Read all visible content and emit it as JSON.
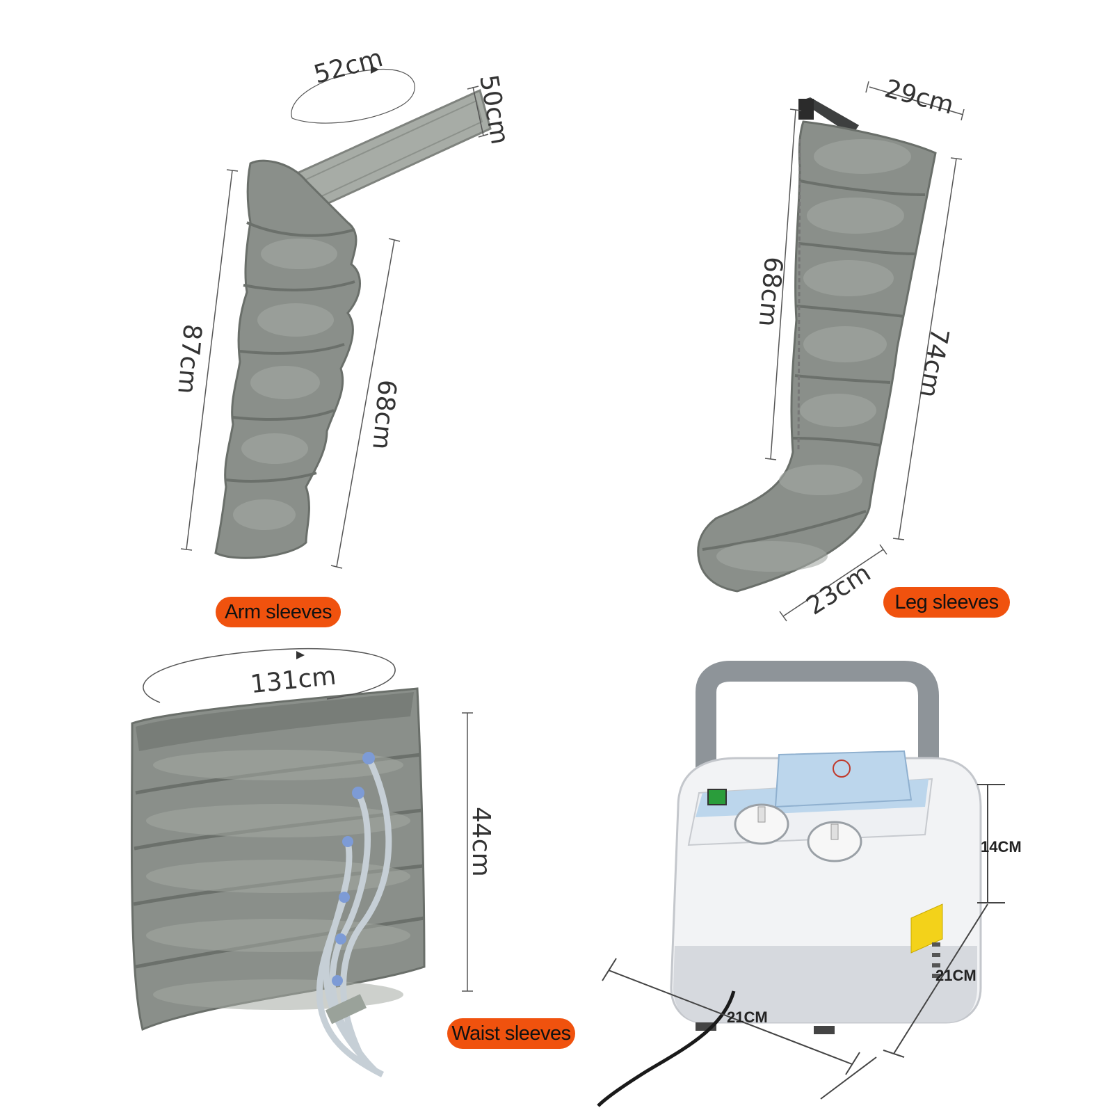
{
  "labels": {
    "arm": "Arm sleeves",
    "leg": "Leg sleeves",
    "waist": "Waist sleeves"
  },
  "dimensions": {
    "arm_circumference": "52cm",
    "arm_strap_width": "50cm",
    "arm_length": "87cm",
    "arm_inner_length": "68cm",
    "leg_top_width": "29cm",
    "leg_inner_length": "68cm",
    "leg_length": "74cm",
    "leg_foot_width": "23cm",
    "waist_circumference": "131cm",
    "waist_height": "44cm",
    "unit_height": "14CM",
    "unit_depth": "21CM",
    "unit_width": "21CM"
  },
  "colors": {
    "label_background": "#f0520e",
    "sleeve_fabric": "#8a8f8a",
    "unit_body": "#f2f3f5",
    "unit_panel": "#bcd6ec"
  }
}
